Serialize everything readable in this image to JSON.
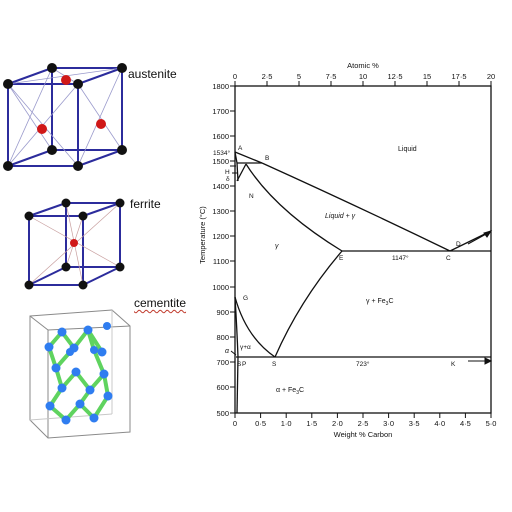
{
  "crystals": {
    "austenite": "austenite",
    "ferrite": "ferrite",
    "cementite": "cementite"
  },
  "colors": {
    "cube_edge": "#2c2c9c",
    "atom_corner": "#111111",
    "atom_center": "#d01818",
    "cementite_bond": "#5fd35f",
    "cementite_atom": "#2f7df0",
    "diagram_line": "#111111"
  },
  "diagram": {
    "top_axis_title": "Atomic %",
    "top_ticks": [
      "0",
      "2·5",
      "5",
      "7·5",
      "10",
      "12·5",
      "15",
      "17·5",
      "20"
    ],
    "bottom_axis_title": "Weight % Carbon",
    "bottom_ticks": [
      "0",
      "0·5",
      "1·0",
      "1·5",
      "2·0",
      "2·5",
      "3·0",
      "3·5",
      "4·0",
      "4·5",
      "5·0"
    ],
    "y_axis_title": "Temperature (°C)",
    "y_ticks": [
      "1800",
      "1700",
      "1600",
      "1500",
      "1400",
      "1300",
      "1200",
      "1100",
      "1000",
      "900",
      "800",
      "700",
      "600",
      "500"
    ],
    "region_labels": {
      "liquid": "Liquid",
      "liquid_gamma": "Liquid + γ",
      "gamma": "γ",
      "gamma_fe3c": "γ + Fe",
      "gamma_fe3c_sub": "3",
      "gamma_fe3c_tail": "C",
      "gamma_alpha": "γ+α",
      "alpha": "α",
      "alpha_fe3c": "α + Fe",
      "alpha_fe3c_sub": "3",
      "alpha_fe3c_tail": "C",
      "delta": "δ"
    },
    "point_labels": {
      "A": "A",
      "B": "B",
      "H": "H",
      "N": "N",
      "G": "G",
      "E": "E",
      "C": "C",
      "D": "D",
      "S": "S",
      "P": "P",
      "K": "K"
    },
    "temperature_labels": {
      "t1534": "1534°",
      "t1147": "1147°",
      "t723": "723°"
    }
  }
}
